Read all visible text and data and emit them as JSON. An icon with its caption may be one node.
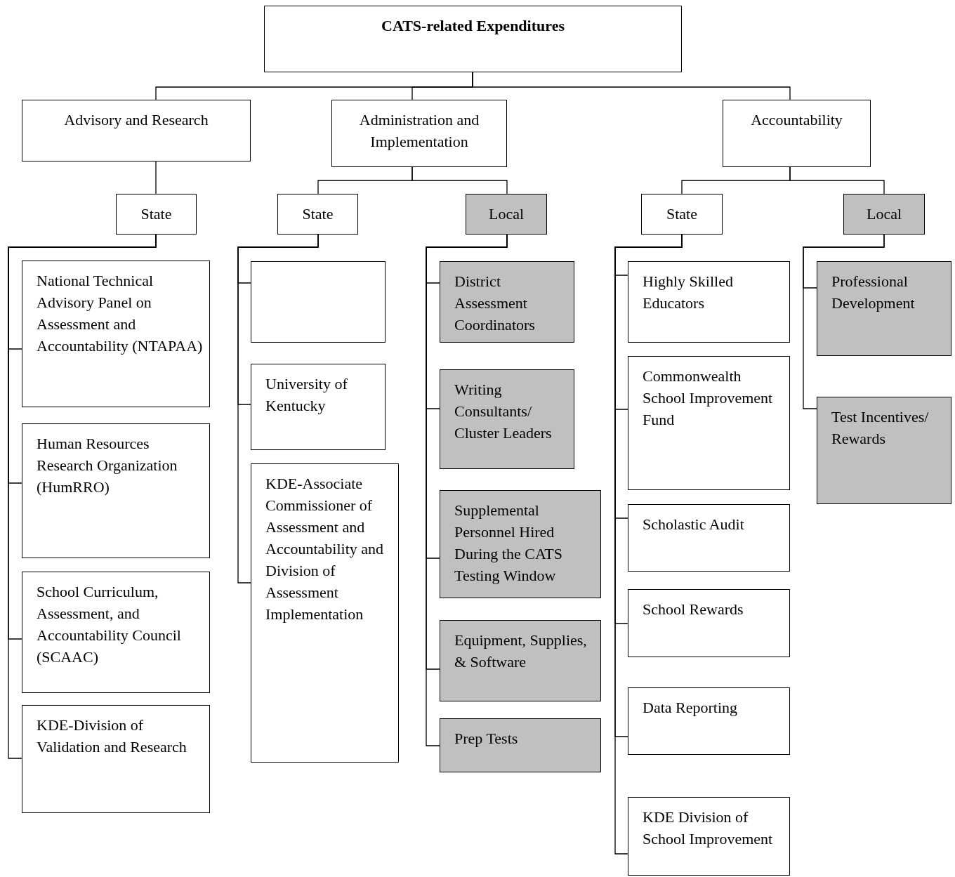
{
  "diagram": {
    "nodes": [
      {
        "text": [
          "CATS-related Expenditures"
        ]
      },
      {
        "text": [
          "Advisory and Research"
        ]
      },
      {
        "text": [
          "Administration and Implementation"
        ]
      },
      {
        "text": [
          "Accountability"
        ]
      },
      {
        "text": [
          "State"
        ]
      },
      {
        "text": [
          "State"
        ]
      },
      {
        "text": [
          "Local"
        ]
      },
      {
        "text": [
          "State"
        ]
      },
      {
        "text": [
          "Local"
        ]
      },
      {
        "text": [
          "National Technical Advisory Panel on Assessment and Accountability (NTAPAA)"
        ]
      },
      {
        "text": [
          "Human Resources Research Organization (HumRRO)"
        ]
      },
      {
        "text": [
          "School Curriculum, Assessment, and Accountability Council  (SCAAC)"
        ]
      },
      {
        "text": [
          "KDE-Division of Validation and Research"
        ]
      },
      {
        "text": [],
        "shape": "box"
      },
      {
        "text": [
          "University of Kentucky"
        ]
      },
      {
        "text": [
          "KDE-Associate Commissioner of Assessment and Accountability and Division of Assessment Implementation"
        ]
      },
      {
        "text": [
          "District Assessment Coordinators"
        ]
      },
      {
        "text": [
          "Writing Consultants/ Cluster Leaders"
        ]
      },
      {
        "text": [
          "Supplemental Personnel Hired During the CATS Testing Window"
        ]
      },
      {
        "text": [
          "Equipment, Supplies,  & Software"
        ]
      },
      {
        "text": [
          "Prep Tests"
        ]
      },
      {
        "text": [
          "Highly Skilled Educators"
        ]
      },
      {
        "text": [
          "Commonwealth School Improvement Fund"
        ]
      },
      {
        "text": [
          "Scholastic Audit"
        ]
      },
      {
        "text": [
          "School Rewards"
        ]
      },
      {
        "text": [
          "Data Reporting"
        ]
      },
      {
        "text": [
          "KDE Division of School Improvement"
        ]
      },
      {
        "text": [
          "Professional Development"
        ]
      },
      {
        "text": [
          "Test Incentives/ Rewards"
        ]
      }
    ],
    "edges": [
      {
        "from": 0,
        "to": 1,
        "arrow": "none"
      },
      {
        "from": 0,
        "to": 2,
        "arrow": "none"
      },
      {
        "from": 0,
        "to": 3,
        "arrow": "none"
      },
      {
        "from": 1,
        "to": 4,
        "arrow": "none"
      },
      {
        "from": 2,
        "to": 5,
        "arrow": "none"
      },
      {
        "from": 2,
        "to": 6,
        "arrow": "none"
      },
      {
        "from": 3,
        "to": 7,
        "arrow": "none"
      },
      {
        "from": 3,
        "to": 8,
        "arrow": "none"
      },
      {
        "from": 4,
        "to": 9,
        "arrow": "none"
      },
      {
        "from": 4,
        "to": 10,
        "arrow": "none"
      },
      {
        "from": 4,
        "to": 11,
        "arrow": "none"
      },
      {
        "from": 4,
        "to": 12,
        "arrow": "none"
      },
      {
        "from": 5,
        "to": 13,
        "arrow": "none"
      },
      {
        "from": 5,
        "to": 14,
        "arrow": "none"
      },
      {
        "from": 5,
        "to": 15,
        "arrow": "none"
      },
      {
        "from": 6,
        "to": 16,
        "arrow": "none"
      },
      {
        "from": 6,
        "to": 17,
        "arrow": "none"
      },
      {
        "from": 6,
        "to": 18,
        "arrow": "none"
      },
      {
        "from": 6,
        "to": 19,
        "arrow": "none"
      },
      {
        "from": 6,
        "to": 20,
        "arrow": "none"
      },
      {
        "from": 7,
        "to": 21,
        "arrow": "none"
      },
      {
        "from": 7,
        "to": 22,
        "arrow": "none"
      },
      {
        "from": 7,
        "to": 23,
        "arrow": "none"
      },
      {
        "from": 7,
        "to": 24,
        "arrow": "none"
      },
      {
        "from": 7,
        "to": 25,
        "arrow": "none"
      },
      {
        "from": 7,
        "to": 26,
        "arrow": "none"
      },
      {
        "from": 8,
        "to": 27,
        "arrow": "none"
      },
      {
        "from": 8,
        "to": 28,
        "arrow": "none"
      }
    ]
  }
}
